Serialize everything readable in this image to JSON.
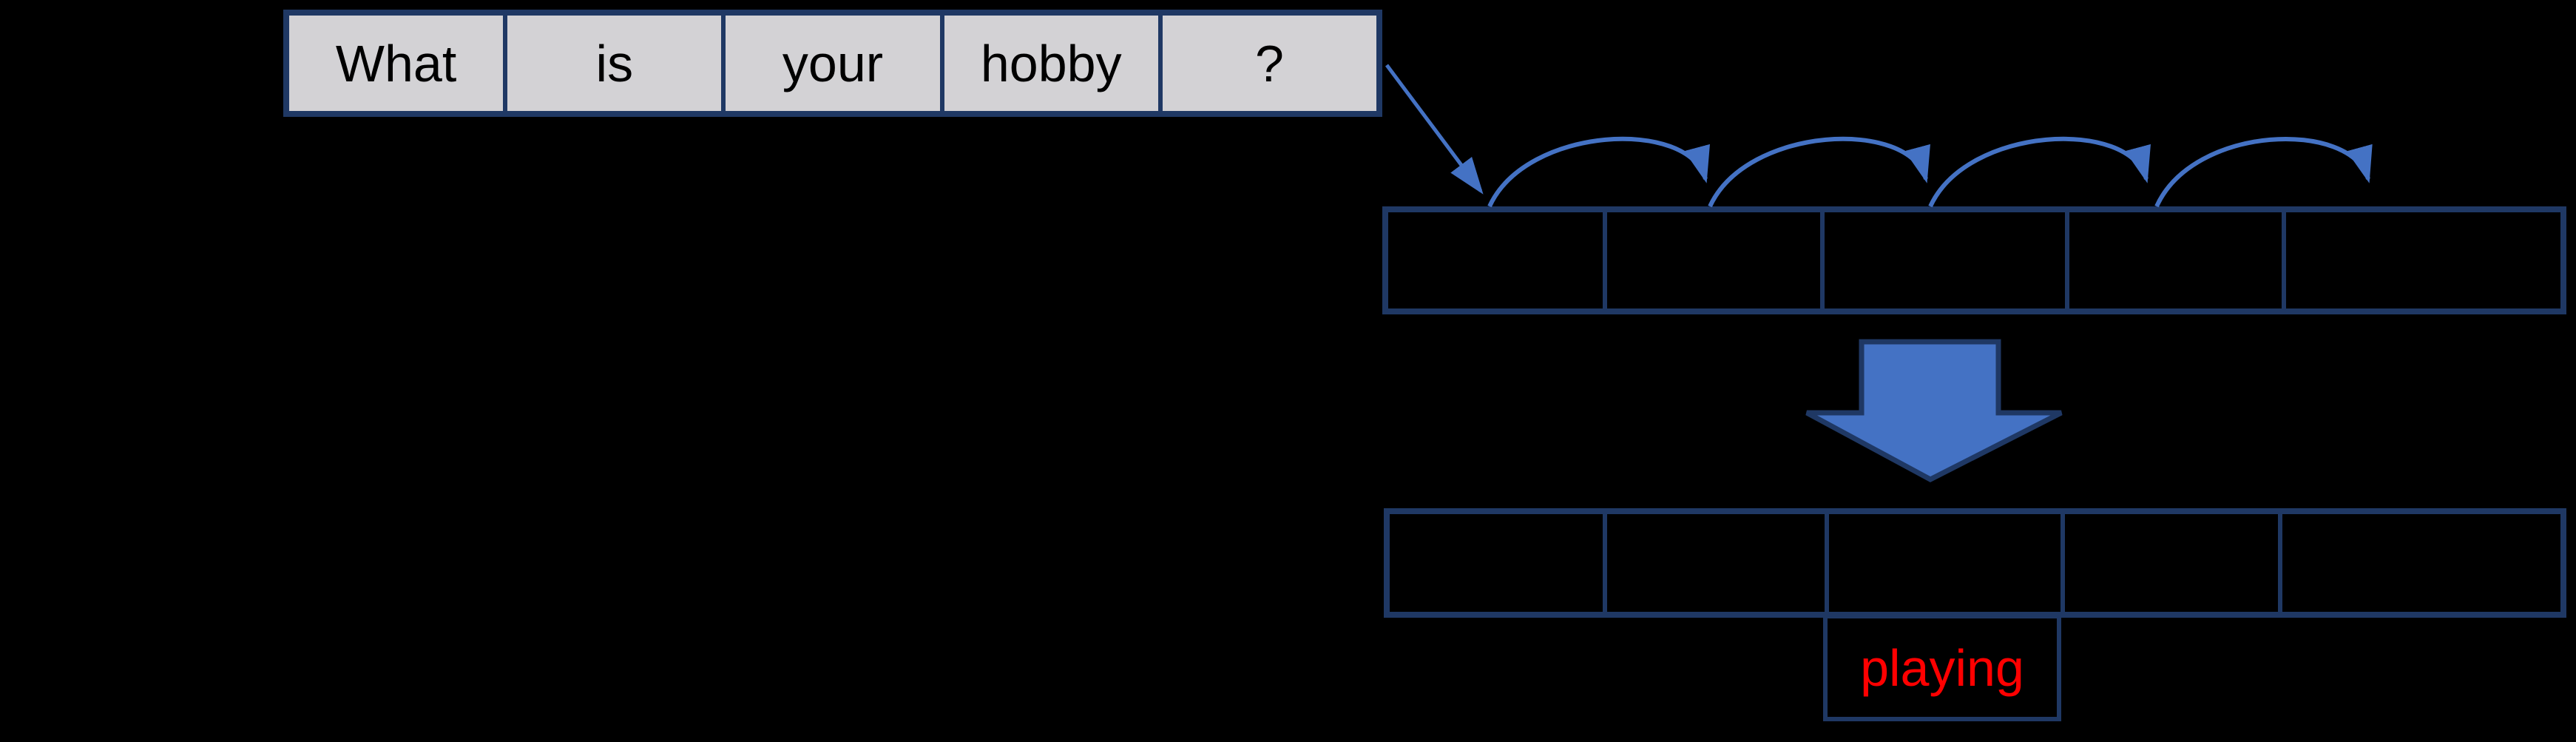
{
  "diagram_title": "sentence-to-prediction diagram",
  "sentence": {
    "words": [
      "What",
      "is",
      "your",
      "hobby",
      "?"
    ]
  },
  "token_rows": {
    "top_cell_count": 5,
    "bottom_cell_count": 5
  },
  "output": {
    "word": "playing"
  },
  "icons": {
    "input_to_tokens_arrow": "diagonal-line-arrow",
    "hop_arc_arrow": "arc-curve-arrow",
    "big_down_arrow": "filled-block-down-arrow"
  },
  "colors": {
    "background": "#000000",
    "box_border": "#1F3864",
    "word_fill": "#D3D2D5",
    "word_text": "#000000",
    "arrow_blue": "#4472C4",
    "output_text": "#FF0000"
  }
}
